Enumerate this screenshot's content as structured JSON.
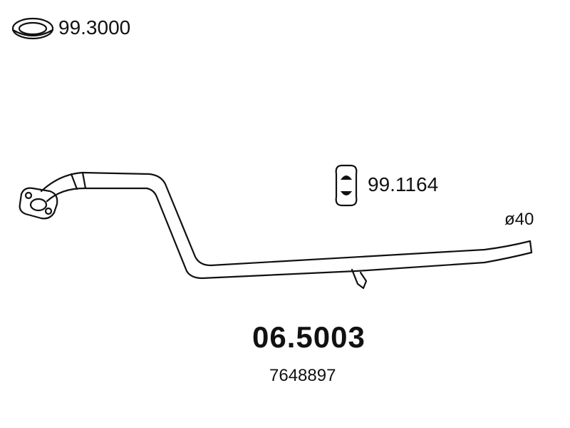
{
  "gasket": {
    "part_number": "99.3000",
    "icon": "gasket-ring-icon"
  },
  "hanger": {
    "part_number": "99.1164",
    "icon": "rubber-hanger-icon"
  },
  "pipe": {
    "diameter_label": "ø40",
    "icon": "exhaust-pipe-icon"
  },
  "main": {
    "part_number": "06.5003",
    "oem_number": "7648897"
  },
  "colors": {
    "line": "#111111",
    "background": "#ffffff"
  }
}
